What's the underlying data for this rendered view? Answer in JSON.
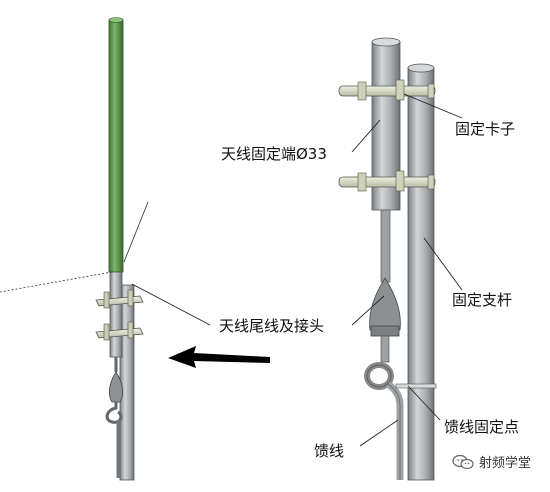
{
  "labels": {
    "antenna_mount_end": "天线固定端Ø33",
    "fixing_clamp": "固定卡子",
    "fixing_pole": "固定支杆",
    "antenna_tail_and_connector": "天线尾线及接头",
    "feeder_fixing_point": "馈线固定点",
    "feeder": "馈线"
  },
  "watermark": {
    "text": "射频学堂",
    "icon": "wechat-icon"
  },
  "colors": {
    "antenna_green": "#5f9a4c",
    "pole_gray": "#a9acae",
    "clamp_cream": "#d6d9c0",
    "line": "#222222"
  }
}
